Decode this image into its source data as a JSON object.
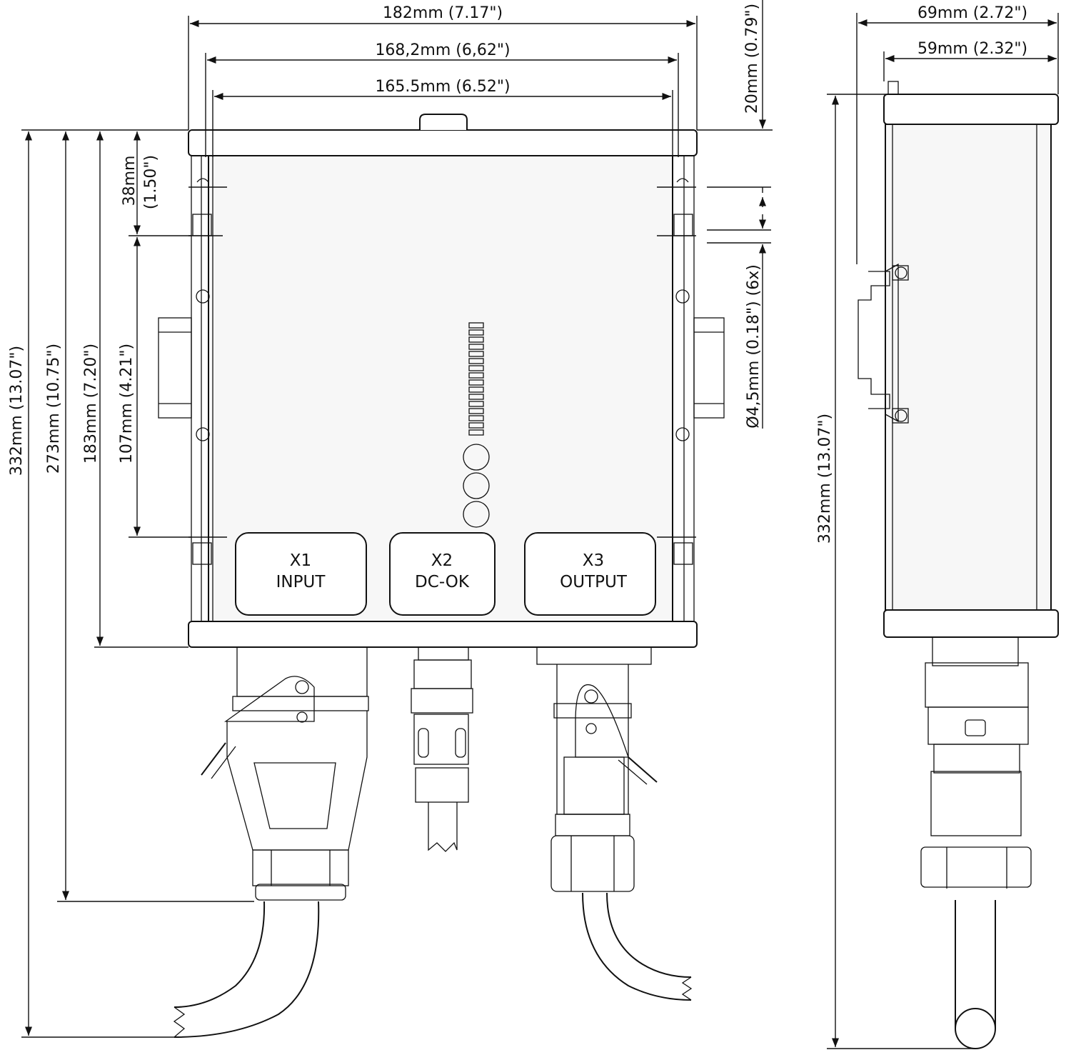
{
  "front_view": {
    "dim_width_182": "182mm (7.17\")",
    "dim_width_168": "168,2mm (6,62\")",
    "dim_width_165": "165.5mm (6.52\")",
    "dim_top_20": "20mm (0.79\")",
    "dim_38_value": "38mm",
    "dim_38_inch": "(1.50\")",
    "dim_hole": "Ø4,5mm (0.18\") (6x)",
    "dim_height_332": "332mm (13.07\")",
    "dim_height_273": "273mm (10.75\")",
    "dim_height_183": "183mm (7.20\")",
    "dim_height_107": "107mm (4.21\")",
    "connectors": [
      {
        "id": "X1",
        "name": "INPUT"
      },
      {
        "id": "X2",
        "name": "DC-OK"
      },
      {
        "id": "X3",
        "name": "OUTPUT"
      }
    ]
  },
  "side_view": {
    "dim_width_69": "69mm (2.72\")",
    "dim_width_59": "59mm (2.32\")",
    "dim_height_332": "332mm (13.07\")"
  }
}
